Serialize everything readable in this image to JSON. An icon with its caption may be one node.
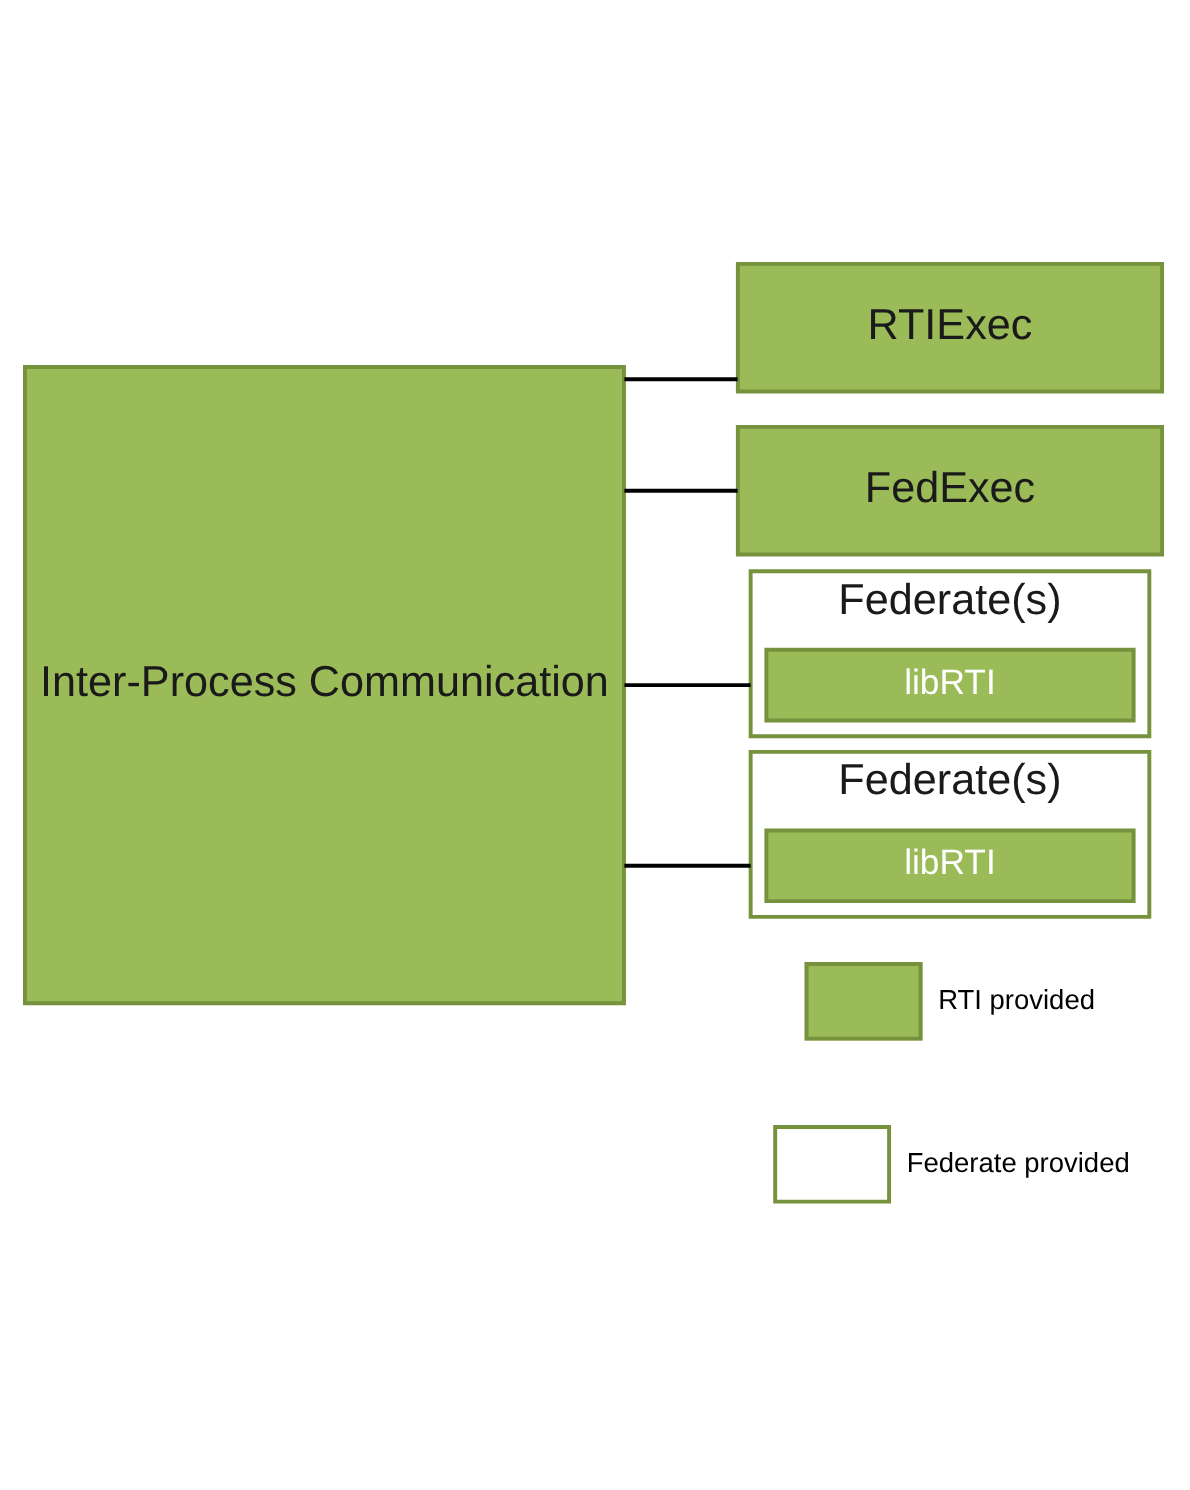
{
  "diagram": {
    "nodes": [
      {
        "text": [
          "Inter-Process Communication"
        ]
      },
      {
        "text": [
          "RTIExec"
        ]
      },
      {
        "text": [
          "FedExec"
        ]
      },
      {
        "text": [
          "Federate(s)"
        ]
      },
      {
        "text": [
          "libRTI"
        ],
        "in": 3
      },
      {
        "text": [
          "Federate(s)"
        ]
      },
      {
        "text": [
          "libRTI"
        ],
        "in": 5
      }
    ],
    "edges": [
      {
        "from": 0,
        "to": 1,
        "arrow": "none"
      },
      {
        "from": 0,
        "to": 2,
        "arrow": "none"
      },
      {
        "from": 0,
        "to": 3,
        "arrow": "none"
      },
      {
        "from": 0,
        "to": 5,
        "arrow": "none"
      }
    ],
    "legend": [
      {
        "text": "RTI provided",
        "color": "#9bbb59"
      },
      {
        "text": "Federate provided",
        "color": "#ffffff"
      }
    ]
  }
}
